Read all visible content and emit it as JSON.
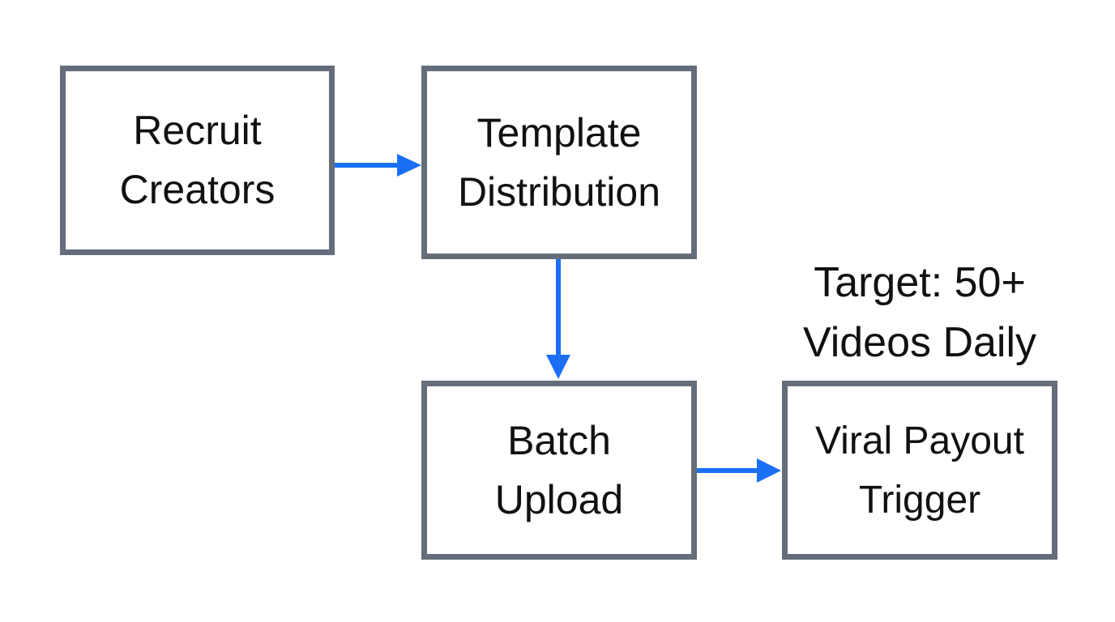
{
  "diagram": {
    "nodes": [
      {
        "id": "recruit",
        "label": "Recruit\nCreators"
      },
      {
        "id": "template",
        "label": "Template\nDistribution"
      },
      {
        "id": "batch",
        "label": "Batch\nUpload"
      },
      {
        "id": "viral",
        "label": "Viral Payout\nTrigger"
      }
    ],
    "annotation": "Target: 50+\nVideos Daily",
    "edges": [
      {
        "from": "recruit",
        "to": "template"
      },
      {
        "from": "template",
        "to": "batch"
      },
      {
        "from": "batch",
        "to": "viral"
      }
    ],
    "colors": {
      "box_border": "#666d7a",
      "arrow": "#1a6ff5",
      "text": "#111111"
    }
  }
}
